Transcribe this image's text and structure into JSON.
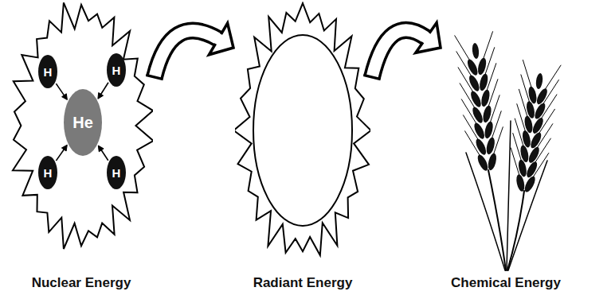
{
  "diagram": {
    "nodes": [
      {
        "text": [
          "Nuclear Energy"
        ]
      },
      {
        "text": [
          "He"
        ],
        "in": 0
      },
      {
        "text": [
          "H"
        ],
        "in": 0
      },
      {
        "text": [
          "H"
        ],
        "in": 0
      },
      {
        "text": [
          "H"
        ],
        "in": 0
      },
      {
        "text": [
          "H"
        ],
        "in": 0
      },
      {
        "text": [
          "Radiant Energy"
        ]
      },
      {
        "text": [
          "Chemical Energy"
        ]
      }
    ],
    "edges": [
      {
        "from": 2,
        "to": 1,
        "arrow": "to"
      },
      {
        "from": 3,
        "to": 1,
        "arrow": "to"
      },
      {
        "from": 4,
        "to": 1,
        "arrow": "to"
      },
      {
        "from": 5,
        "to": 1,
        "arrow": "to"
      },
      {
        "from": 0,
        "to": 6,
        "arrow": "to"
      },
      {
        "from": 6,
        "to": 7,
        "arrow": "to"
      }
    ]
  }
}
